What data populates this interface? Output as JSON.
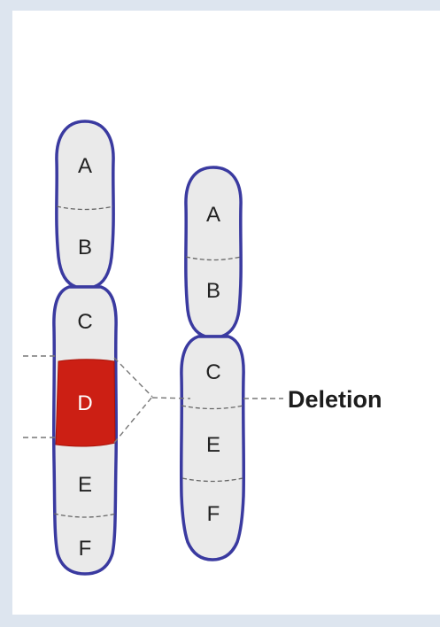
{
  "colors": {
    "outline": "#3a3aa0",
    "band_fill": "#eaeaea",
    "deleted_band": "#cc1f14",
    "guide_line": "#777777"
  },
  "normal_chromosome": {
    "bands": [
      "A",
      "B",
      "C",
      "D",
      "E",
      "F"
    ]
  },
  "deleted_chromosome": {
    "bands": [
      "A",
      "B",
      "C",
      "E",
      "F"
    ]
  },
  "deleted_band": "D",
  "callout": {
    "label": "Deletion"
  }
}
